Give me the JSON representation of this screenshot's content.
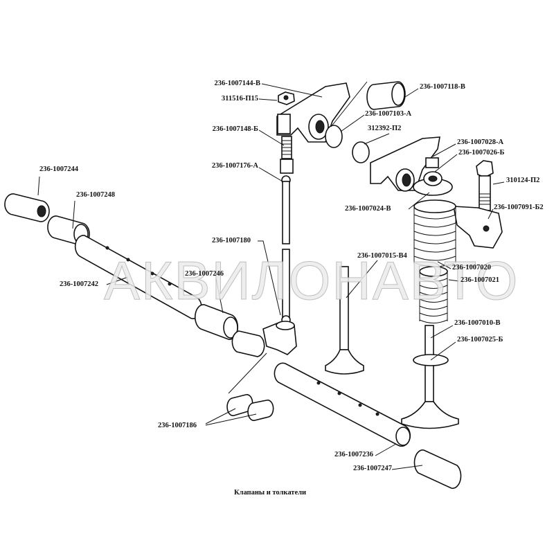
{
  "caption": "Клапаны и толкатели",
  "watermark": "АКВИЛОНАВТО",
  "labels": {
    "p1": "236-1007144-В",
    "p2": "311516-П15",
    "p3": "236-1007118-В",
    "p4": "236-1007103-А",
    "p5": "236-1007148-Б",
    "p6": "312392-П2",
    "p7": "236-1007028-А",
    "p8": "236-1007026-Б",
    "p9": "236-1007176-А",
    "p10": "236-1007244",
    "p11": "310124-П2",
    "p12": "236-1007248",
    "p13": "236-1007024-В",
    "p14": "236-1007091-Б2",
    "p15": "236-1007180",
    "p16": "236-1007015-В4",
    "p17": "236-1007020",
    "p18": "236-1007021",
    "p19": "236-1007246",
    "p20": "236-1007242",
    "p21": "236-1007010-В",
    "p22": "236-1007025-Б",
    "p23": "236-1007186",
    "p24": "236-1007236",
    "p25": "236-1007247"
  }
}
